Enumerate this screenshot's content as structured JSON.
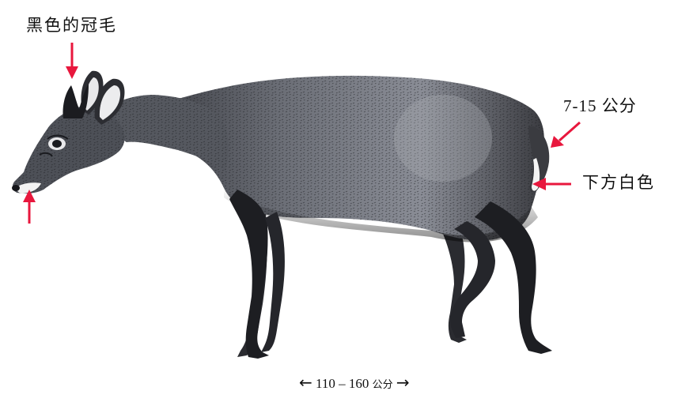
{
  "labels": {
    "crest": "黑色的冠毛",
    "tail_length": "7-15 公分",
    "tail_underside": "下方白色",
    "body_length": {
      "left_arrow": "←",
      "range": "110 – 160",
      "unit": "公分",
      "right_arrow": "→"
    }
  },
  "colors": {
    "arrow": "#e8173d",
    "body": "#5a5e66",
    "legs": "#1d1e22",
    "text": "#111111"
  }
}
